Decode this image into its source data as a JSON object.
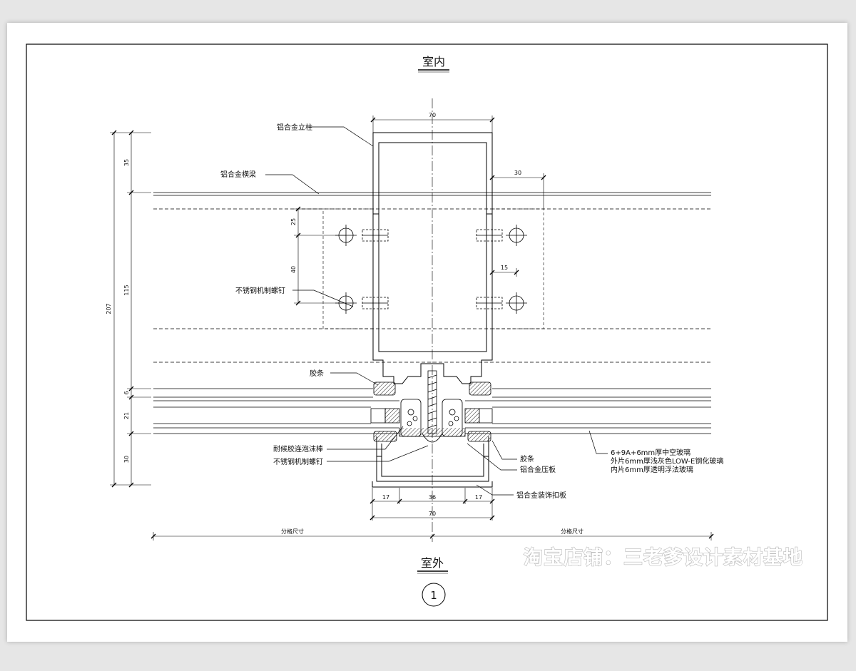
{
  "drawing": {
    "title_top": "室内",
    "title_bottom": "室外",
    "detail_number": "1",
    "labels": {
      "mullion": "铝合金立柱",
      "transom": "铝合金横梁",
      "screw_upper": "不锈钢机制螺钉",
      "gasket_upper": "胶条",
      "foam_rod": "耐候胶连泡沫棒",
      "screw_lower": "不锈钢机制螺钉",
      "gasket_lower": "胶条",
      "pressure_plate": "铝合金压板",
      "cover_cap": "铝合金装饰扣板",
      "glass_line1": "6+9A+6mm厚中空玻璃",
      "glass_line2": "外片6mm厚浅灰色LOW-E钢化玻璃",
      "glass_line3": "内片6mm厚透明浮法玻璃",
      "grid_left": "分格尺寸",
      "grid_right": "分格尺寸"
    },
    "dimensions": {
      "top_width": "70",
      "right_offset": "30",
      "left_total": "207",
      "left_35": "35",
      "left_115": "115",
      "left_6": "6",
      "left_21": "21",
      "left_30": "30",
      "inner_25": "25",
      "inner_40": "40",
      "right_15": "15",
      "bottom_17_left": "17",
      "bottom_36": "36",
      "bottom_17_right": "17",
      "bottom_70": "70"
    }
  },
  "watermark": "淘宝店铺：三老爹设计素材基地"
}
